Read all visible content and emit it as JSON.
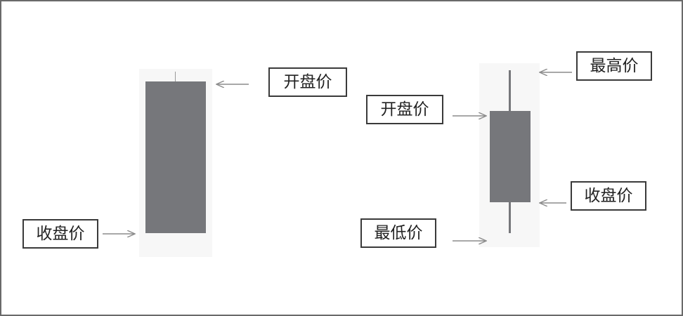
{
  "colors": {
    "candle": "#76777b",
    "arrow": "#8c8c8c",
    "border": "#3a3a3a",
    "frame": "#6a6a6a"
  },
  "left_candle": {
    "open_label": "开盘价",
    "close_label": "收盘价"
  },
  "right_candle": {
    "high_label": "最高价",
    "open_label": "开盘价",
    "close_label": "收盘价",
    "low_label": "最低价"
  }
}
